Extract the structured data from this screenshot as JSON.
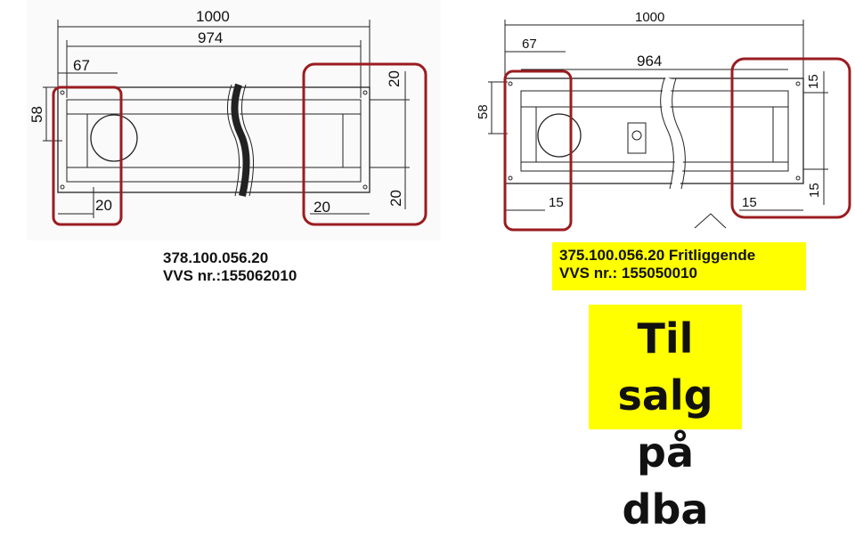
{
  "left_drawing": {
    "dimensions": {
      "overall_length": "1000",
      "inner_length": "974",
      "end_width": "67",
      "height": "58",
      "bottom_offset_left": "20",
      "bottom_offset_right": "20",
      "side_offset_top": "20",
      "side_offset_bottom": "20"
    },
    "caption": {
      "article_number": "378.100.056.20",
      "vvs_number": "VVS nr.:155062010"
    }
  },
  "right_drawing": {
    "dimensions": {
      "overall_length": "1000",
      "inner_length": "964",
      "end_width": "67",
      "height": "58",
      "bottom_offset_left": "15",
      "bottom_offset_right": "15",
      "side_offset_top": "15",
      "side_offset_bottom": "15"
    },
    "caption": {
      "article_number": "375.100.056.20 Fritliggende",
      "vvs_number": "VVS nr.: 155050010"
    }
  },
  "sale_badge": {
    "line1": "Til salg",
    "line2": "på dba"
  },
  "colors": {
    "highlight_box": "#9b1c20",
    "caption_highlight": "#ffff00",
    "line": "#222222"
  }
}
